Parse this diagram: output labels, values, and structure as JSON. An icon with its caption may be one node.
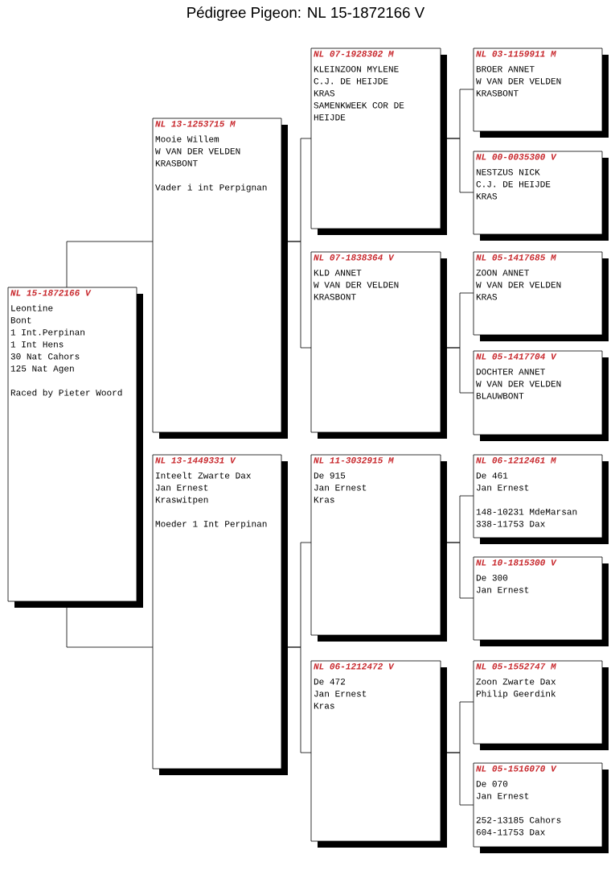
{
  "diagram": {
    "title": "Pédigree Pigeon: NL 15-1872166 V",
    "nodes": [
      {
        "text": [
          "NL 15-1872166 V",
          "Leontine",
          "Bont",
          "1 Int.Perpinan",
          "1 Int Hens",
          "30 Nat Cahors",
          "125 Nat Agen",
          "Raced by Pieter Woord"
        ]
      },
      {
        "text": [
          "NL 13-1253715 M",
          "Mooie Willem",
          "W VAN DER VELDEN",
          "KRASBONT",
          "Vader i int Perpignan"
        ]
      },
      {
        "text": [
          "NL 13-1449331 V",
          "Inteelt Zwarte Dax",
          "Jan Ernest",
          "Kraswitpen",
          "Moeder 1 Int Perpinan"
        ]
      },
      {
        "text": [
          "NL 07-1928302 M",
          "KLEINZOON MYLENE",
          "C.J. DE HEIJDE",
          "KRAS",
          "SAMENKWEEK COR DE HEIJDE"
        ]
      },
      {
        "text": [
          "NL 07-1838364 V",
          "KLD ANNET",
          "W VAN DER VELDEN",
          "KRASBONT"
        ]
      },
      {
        "text": [
          "NL 11-3032915 M",
          "De 915",
          "Jan Ernest",
          "Kras"
        ]
      },
      {
        "text": [
          "NL 06-1212472 V",
          "De 472",
          "Jan Ernest",
          "Kras"
        ]
      },
      {
        "text": [
          "NL 03-1159911 M",
          "BROER ANNET",
          "W VAN DER VELDEN",
          "KRASBONT"
        ]
      },
      {
        "text": [
          "NL 00-0035300 V",
          "NESTZUS NICK",
          "C.J. DE HEIJDE",
          "KRAS"
        ]
      },
      {
        "text": [
          "NL 05-1417685 M",
          "ZOON ANNET",
          "W VAN DER VELDEN",
          "KRAS"
        ]
      },
      {
        "text": [
          "NL 05-1417704 V",
          "DOCHTER ANNET",
          "W VAN DER VELDEN",
          "BLAUWBONT"
        ]
      },
      {
        "text": [
          "NL 06-1212461 M",
          "De 461",
          "Jan Ernest",
          "148-10231 MdeMarsan",
          "338-11753 Dax"
        ]
      },
      {
        "text": [
          "NL 10-1815300 V",
          "De 300",
          "Jan Ernest"
        ]
      },
      {
        "text": [
          "NL 05-1552747 M",
          "Zoon Zwarte Dax",
          "Philip Geerdink"
        ]
      },
      {
        "text": [
          "NL 05-1516070 V",
          "De 070",
          "Jan Ernest",
          "252-13185 Cahors",
          "604-11753 Dax"
        ]
      }
    ],
    "edges": [
      {
        "from": 0,
        "to": 1,
        "arrow": "none"
      },
      {
        "from": 0,
        "to": 2,
        "arrow": "none"
      },
      {
        "from": 1,
        "to": 3,
        "arrow": "none"
      },
      {
        "from": 1,
        "to": 4,
        "arrow": "none"
      },
      {
        "from": 2,
        "to": 5,
        "arrow": "none"
      },
      {
        "from": 2,
        "to": 6,
        "arrow": "none"
      },
      {
        "from": 3,
        "to": 7,
        "arrow": "none"
      },
      {
        "from": 3,
        "to": 8,
        "arrow": "none"
      },
      {
        "from": 4,
        "to": 9,
        "arrow": "none"
      },
      {
        "from": 4,
        "to": 10,
        "arrow": "none"
      },
      {
        "from": 5,
        "to": 11,
        "arrow": "none"
      },
      {
        "from": 5,
        "to": 12,
        "arrow": "none"
      },
      {
        "from": 6,
        "to": 13,
        "arrow": "none"
      },
      {
        "from": 6,
        "to": 14,
        "arrow": "none"
      }
    ]
  }
}
